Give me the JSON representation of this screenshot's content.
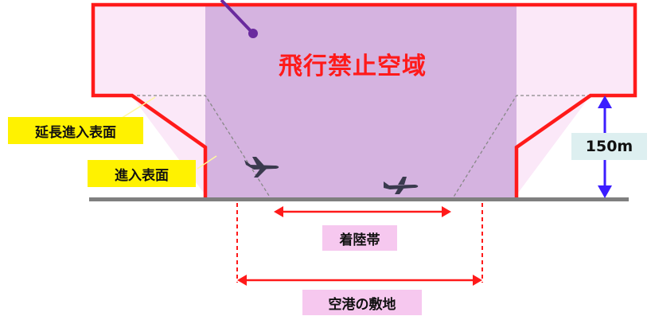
{
  "diagram": {
    "zone_title": "飛行禁止空域",
    "labels": {
      "extended_approach_surface": "延長進入表面",
      "approach_surface": "進入表面",
      "height": "150m",
      "landing_strip": "着陸帯",
      "airport_site": "空港の敷地"
    },
    "colors": {
      "zone_fill": "#d5b3e0",
      "light_pink": "#fbe8f8",
      "boundary_red": "#ff1a1a",
      "ground_gray": "#7f7f7f",
      "arrow_blue": "#3b1dff",
      "pointer_purple": "#6a2a9e"
    },
    "icons": [
      "airplane-icon",
      "airplane-icon"
    ]
  }
}
